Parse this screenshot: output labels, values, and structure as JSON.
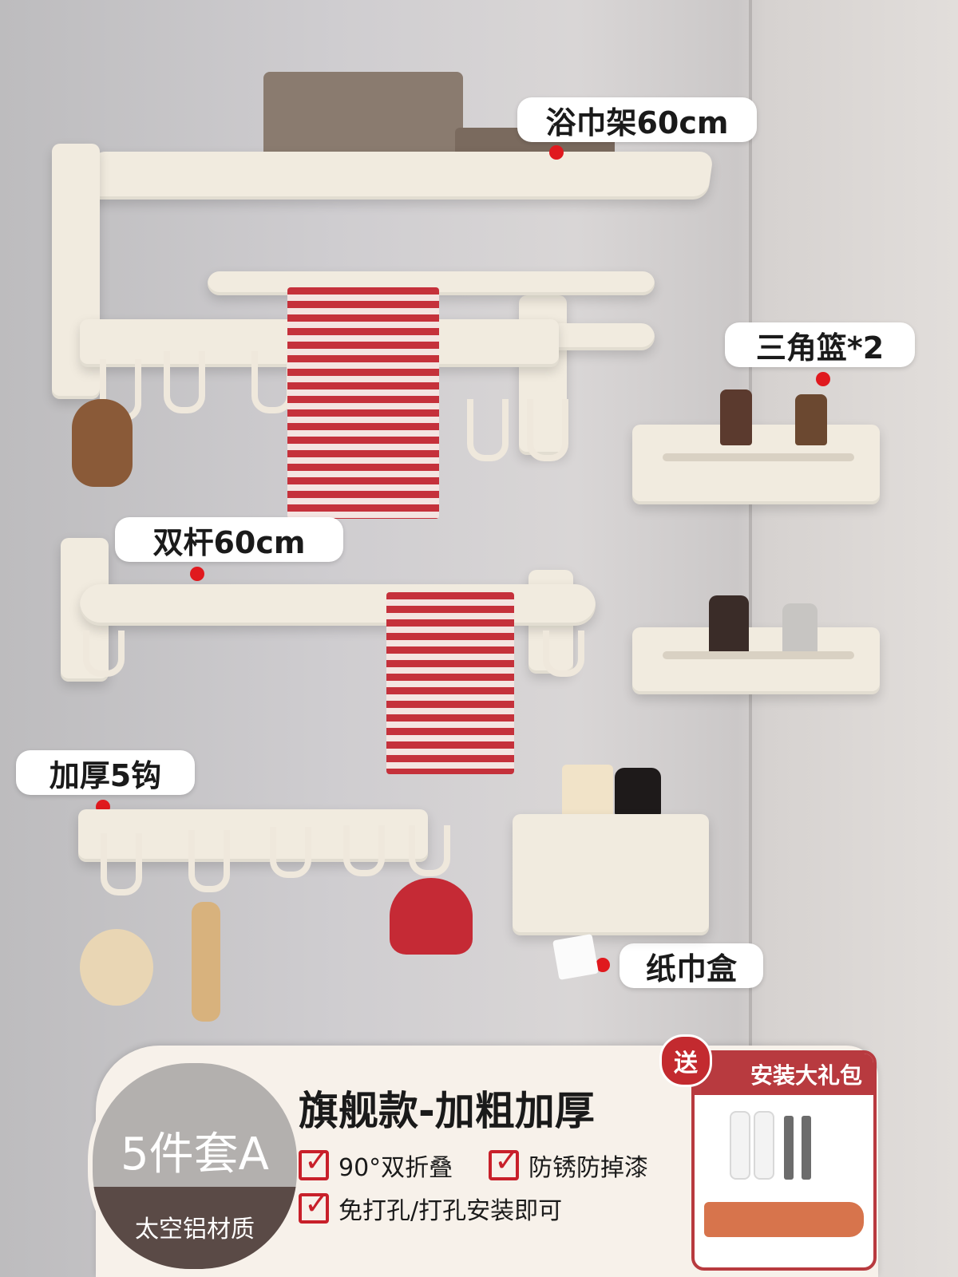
{
  "labels": {
    "towel_rack": "浴巾架60cm",
    "triangle_basket": "三角篮*2",
    "double_bar": "双杆60cm",
    "hooks": "加厚5钩",
    "tissue_box": "纸巾盒"
  },
  "banner": {
    "set_name": "5件套A",
    "material": "太空铝材质",
    "title": "旗舰款-加粗加厚",
    "features": [
      "90°双折叠",
      "防锈防掉漆",
      "免打孔/打孔安装即可"
    ],
    "gift_seal": "送",
    "gift_title": "安装大礼包"
  },
  "colors": {
    "accent_red": "#e0191e",
    "badge_brown": "#5a4a46",
    "gift_red": "#b83a3f"
  }
}
